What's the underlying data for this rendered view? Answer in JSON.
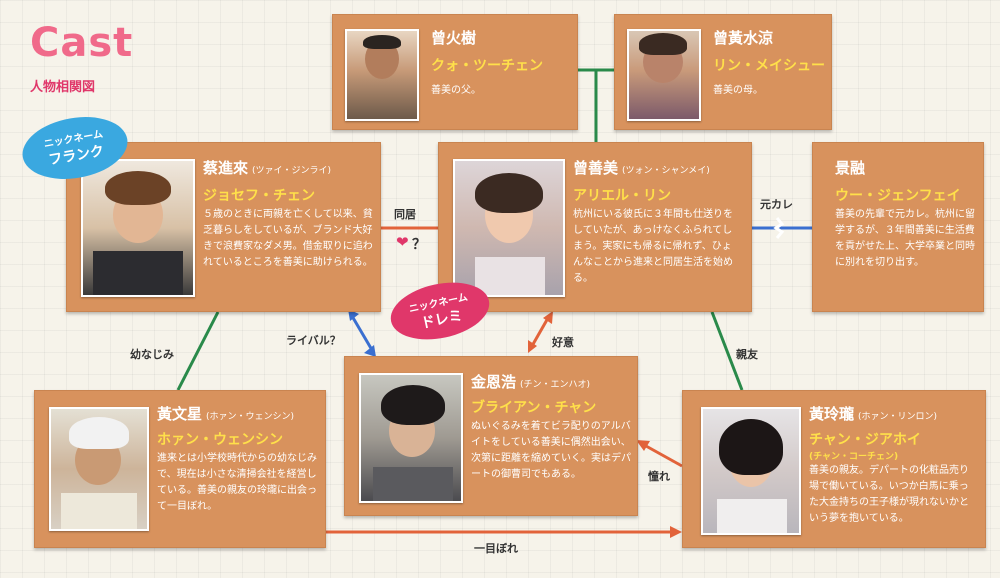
{
  "header": {
    "logo_text": "Cast",
    "subtitle": "人物相関図"
  },
  "colors": {
    "card": "#d8925d",
    "name": "#ffffff",
    "role": "#ffe04a",
    "line_green": "#2a8a4a",
    "line_orange": "#e2633a",
    "line_blue": "#3a6fd0",
    "pink": "#e0376a",
    "sky": "#3aa8e0"
  },
  "nicknames": {
    "frank": {
      "top": "ニックネーム",
      "name": "フランク"
    },
    "doremi": {
      "top": "ニックネーム",
      "name": "ドレミ"
    }
  },
  "characters": {
    "father": {
      "name": "曾火樹",
      "role": "クォ・ツーチェン",
      "desc": "善美の父。"
    },
    "mother": {
      "name": "曾黃水涼",
      "role": "リン・メイシュー",
      "desc": "善美の母。"
    },
    "joseph": {
      "name": "蔡進來",
      "reading": "(ツァイ・ジンライ)",
      "role": "ジョセフ・チェン",
      "desc": "５歳のときに両親を亡くして以来、貧乏暮らしをしているが、ブランド大好きで浪費家なダメ男。借金取りに追われているところを善美に助けられる。"
    },
    "ariel": {
      "name": "曾善美",
      "reading": "(ツォン・シャンメイ)",
      "role": "アリエル・リン",
      "desc": "杭州にいる彼氏に３年間も仕送りをしていたが、あっけなくふられてしまう。実家にも帰るに帰れず、ひょんなことから進来と同居生活を始める。"
    },
    "wu": {
      "name": "景融",
      "role": "ウー・ジェンフェイ",
      "desc": "善美の先輩で元カレ。杭州に留学するが、３年間善美に生活費を貢がせた上、大学卒業と同時に別れを切り出す。"
    },
    "huang_wen": {
      "name": "黃文星",
      "reading": "(ホァン・ウェンシン)",
      "role": "ホァン・ウェンシン",
      "desc": "進来とは小学校時代からの幼なじみで、現在は小さな清掃会社を経営している。善美の親友の玲瓏に出会って一目ぼれ。"
    },
    "brian": {
      "name": "金恩浩",
      "reading": "(チン・エンハオ)",
      "role": "ブライアン・チャン",
      "desc": "ぬいぐるみを着てビラ配りのアルバイトをしている善美に偶然出会い、次第に距離を縮めていく。実はデパートの御曹司でもある。"
    },
    "huang_ling": {
      "name": "黃玲瓏",
      "reading": "(ホァン・リンロン)",
      "role": "チャン・ジアホイ",
      "role2": "(チャン・コーチェン)",
      "desc": "善美の親友。デパートの化粧品売り場で働いている。いつか白馬に乗った大金持ちの王子様が現れないかという夢を抱いている。"
    }
  },
  "relations": {
    "dokyo": "同居",
    "question": "？",
    "heart": "❤",
    "motokare": "元カレ",
    "rival": "ライバル？",
    "koui": "好意",
    "osananajimi": "幼なじみ",
    "shinyu": "親友",
    "akogare": "憧れ",
    "hitomebore": "一目ぼれ"
  }
}
